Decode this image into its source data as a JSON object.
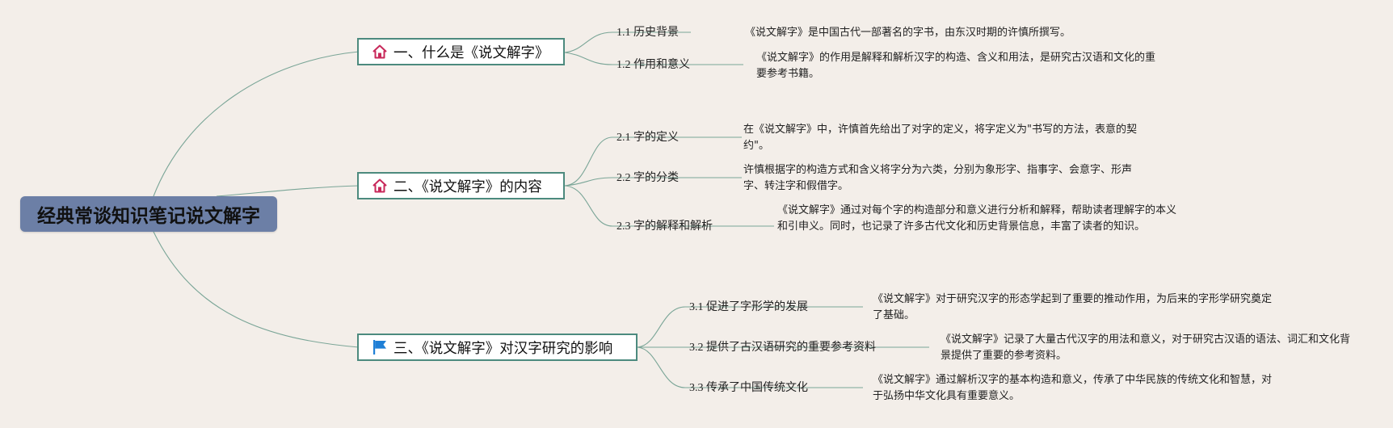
{
  "root": {
    "title": "经典常谈知识笔记说文解字"
  },
  "topics": [
    {
      "title": "一、什么是《说文解字》",
      "icon": "house-icon",
      "children": [
        {
          "label": "1.1 历史背景",
          "desc": "《说文解字》是中国古代一部著名的字书，由东汉时期的许慎所撰写。"
        },
        {
          "label": "1.2 作用和意义",
          "desc": "《说文解字》的作用是解释和解析汉字的构造、含义和用法，是研究古汉语和文化的重要参考书籍。"
        }
      ]
    },
    {
      "title": "二、《说文解字》的内容",
      "icon": "house-icon",
      "children": [
        {
          "label": "2.1 字的定义",
          "desc": "在《说文解字》中，许慎首先给出了对字的定义，将字定义为\"书写的方法，表意的契约\"。"
        },
        {
          "label": "2.2 字的分类",
          "desc": "许慎根据字的构造方式和含义将字分为六类，分别为象形字、指事字、会意字、形声字、转注字和假借字。"
        },
        {
          "label": "2.3 字的解释和解析",
          "desc": "《说文解字》通过对每个字的构造部分和意义进行分析和解释，帮助读者理解字的本义和引申义。同时，也记录了许多古代文化和历史背景信息，丰富了读者的知识。"
        }
      ]
    },
    {
      "title": "三、《说文解字》对汉字研究的影响",
      "icon": "flag-icon",
      "children": [
        {
          "label": "3.1 促进了字形学的发展",
          "desc": "《说文解字》对于研究汉字的形态学起到了重要的推动作用，为后来的字形学研究奠定了基础。"
        },
        {
          "label": "3.2 提供了古汉语研究的重要参考资料",
          "desc": "《说文解字》记录了大量古代汉字的用法和意义，对于研究古汉语的语法、词汇和文化背景提供了重要的参考资料。"
        },
        {
          "label": "3.3 传承了中国传统文化",
          "desc": "《说文解字》通过解析汉字的基本构造和意义，传承了中华民族的传统文化和智慧，对于弘扬中华文化具有重要意义。"
        }
      ]
    }
  ],
  "colors": {
    "root_fill": "#6c7fa6",
    "topic_border": "#4c8a7e",
    "connector": "#7aa597",
    "house_icon": "#c8285a",
    "flag_icon": "#1f7fd6",
    "background": "#f3eee9"
  }
}
